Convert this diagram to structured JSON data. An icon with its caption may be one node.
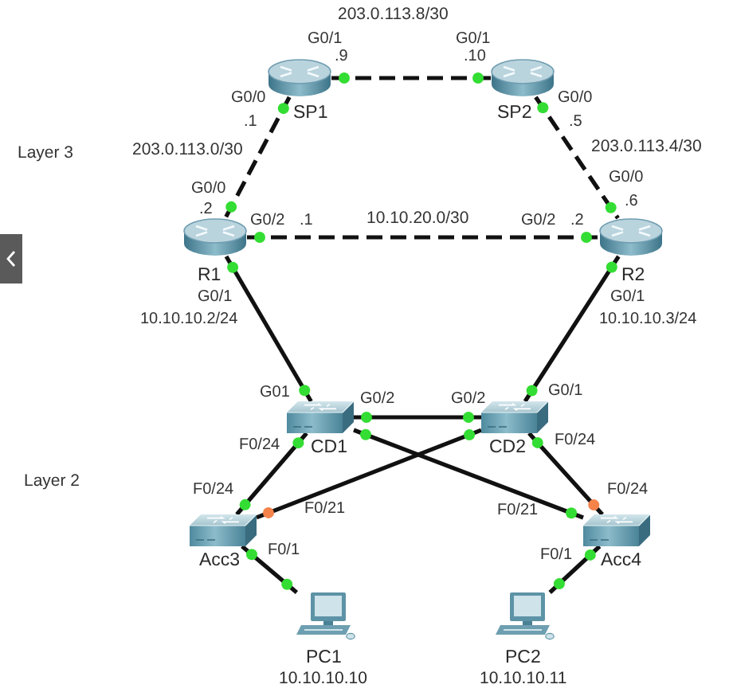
{
  "diagram": {
    "nodes": [
      {
        "text": [],
        "shape": "picture",
        "beside": [
          "SP1"
        ]
      },
      {
        "text": [],
        "shape": "picture",
        "beside": [
          "SP2"
        ]
      },
      {
        "text": [],
        "shape": "picture",
        "beside": [
          "R1"
        ]
      },
      {
        "text": [],
        "shape": "picture",
        "beside": [
          "R2"
        ]
      },
      {
        "text": [],
        "shape": "picture",
        "beside": [
          "CD1"
        ]
      },
      {
        "text": [],
        "shape": "picture",
        "beside": [
          "CD2"
        ]
      },
      {
        "text": [],
        "shape": "picture",
        "beside": [
          "Acc3"
        ]
      },
      {
        "text": [],
        "shape": "picture",
        "beside": [
          "Acc4"
        ]
      },
      {
        "text": [],
        "shape": "picture",
        "beside": [
          "PC1",
          "10.10.10.10"
        ]
      },
      {
        "text": [],
        "shape": "picture",
        "beside": [
          "PC2",
          "10.10.10.11"
        ]
      }
    ],
    "edges": [
      {
        "from": 0,
        "to": 1,
        "arrow": "none",
        "style": "dashed",
        "label": "203.0.113.8/30"
      },
      {
        "from": 0,
        "to": 2,
        "arrow": "none",
        "style": "dashed",
        "label": "203.0.113.0/30"
      },
      {
        "from": 1,
        "to": 3,
        "arrow": "none",
        "style": "dashed",
        "label": "203.0.113.4/30"
      },
      {
        "from": 2,
        "to": 3,
        "arrow": "none",
        "style": "dashed",
        "label": "10.10.20.0/30"
      },
      {
        "from": 2,
        "to": 4,
        "arrow": "none"
      },
      {
        "from": 3,
        "to": 5,
        "arrow": "none"
      },
      {
        "from": 4,
        "to": 5,
        "arrow": "none"
      },
      {
        "from": 4,
        "to": 6,
        "arrow": "none"
      },
      {
        "from": 4,
        "to": 7,
        "arrow": "none"
      },
      {
        "from": 5,
        "to": 6,
        "arrow": "none"
      },
      {
        "from": 5,
        "to": 7,
        "arrow": "none"
      },
      {
        "from": 6,
        "to": 8,
        "arrow": "none"
      },
      {
        "from": 7,
        "to": 9,
        "arrow": "none"
      }
    ],
    "labels": [
      "G0/1",
      "G0/1",
      ".9",
      ".10",
      "G0/0",
      "G0/0",
      ".1",
      ".5",
      "Layer 3",
      "G0/0",
      "G0/0",
      ".6",
      ".2",
      "G0/2",
      ".1",
      "G0/2",
      ".2",
      "G0/1",
      "G0/1",
      "10.10.10.2/24",
      "10.10.10.3/24",
      "G01",
      "G0/2",
      "G0/2",
      "G0/1",
      "F0/24",
      "F0/24",
      "Layer 2",
      "F0/24",
      "F0/24",
      "F0/21",
      "F0/21",
      "F0/1",
      "F0/1"
    ]
  }
}
